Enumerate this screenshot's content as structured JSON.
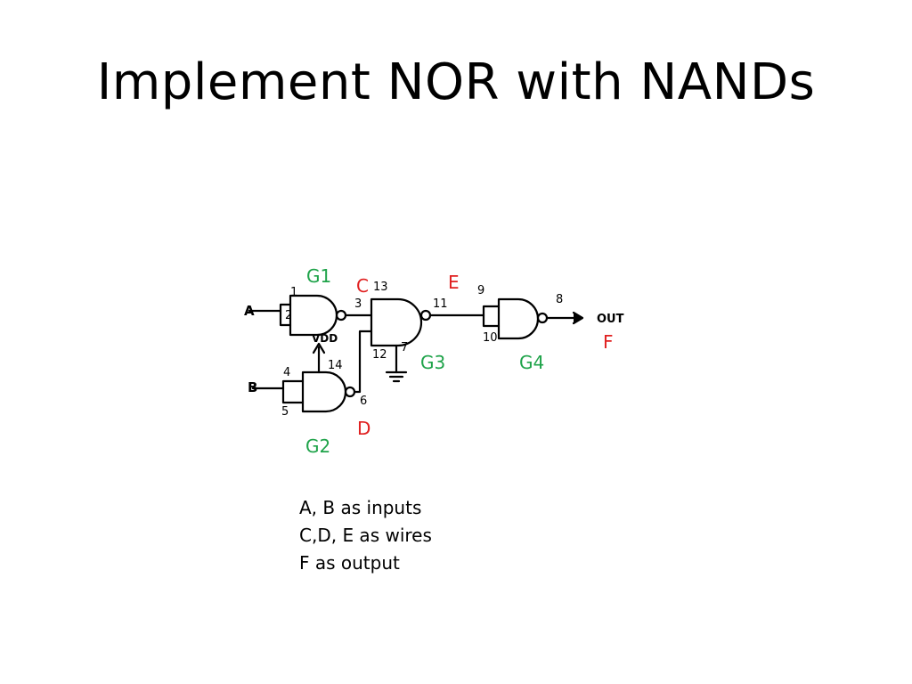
{
  "slide": {
    "title": "Implement NOR with NANDs",
    "notes": [
      "A, B as inputs",
      "C,D, E as wires",
      "F as output"
    ]
  },
  "diagram": {
    "gate_labels": [
      "G1",
      "G2",
      "G3",
      "G4"
    ],
    "wire_labels": [
      "C",
      "D",
      "E",
      "F"
    ],
    "input_labels": [
      "A",
      "B"
    ],
    "output_label": "OUT",
    "supply_label": "VDD",
    "pin_numbers": [
      "1",
      "2",
      "3",
      "4",
      "5",
      "6",
      "7",
      "8",
      "9",
      "10",
      "11",
      "12",
      "13",
      "14"
    ],
    "colors": {
      "gate_label": "#1fa34a",
      "wire_label": "#e02020"
    }
  }
}
